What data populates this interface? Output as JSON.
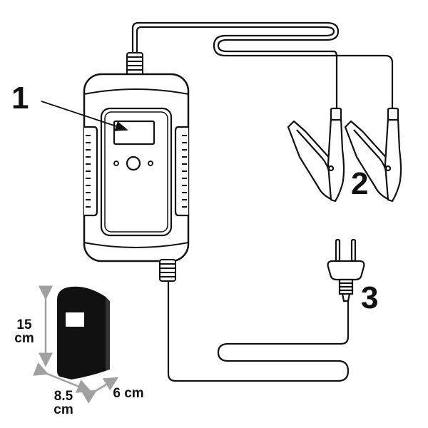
{
  "callouts": {
    "charger": "1",
    "clamps": "2",
    "plug": "3"
  },
  "dimensions": {
    "height_value": "15",
    "height_unit": "cm",
    "width_value": "8.5",
    "width_unit": "cm",
    "depth": "6 cm"
  },
  "colors": {
    "ink": "#111111",
    "body_fill": "#ffffff",
    "mini_body": "#111111",
    "dimension_arrow": "#a0a0a0"
  },
  "icons": [
    "battery-charger",
    "battery-clamp",
    "power-plug"
  ]
}
